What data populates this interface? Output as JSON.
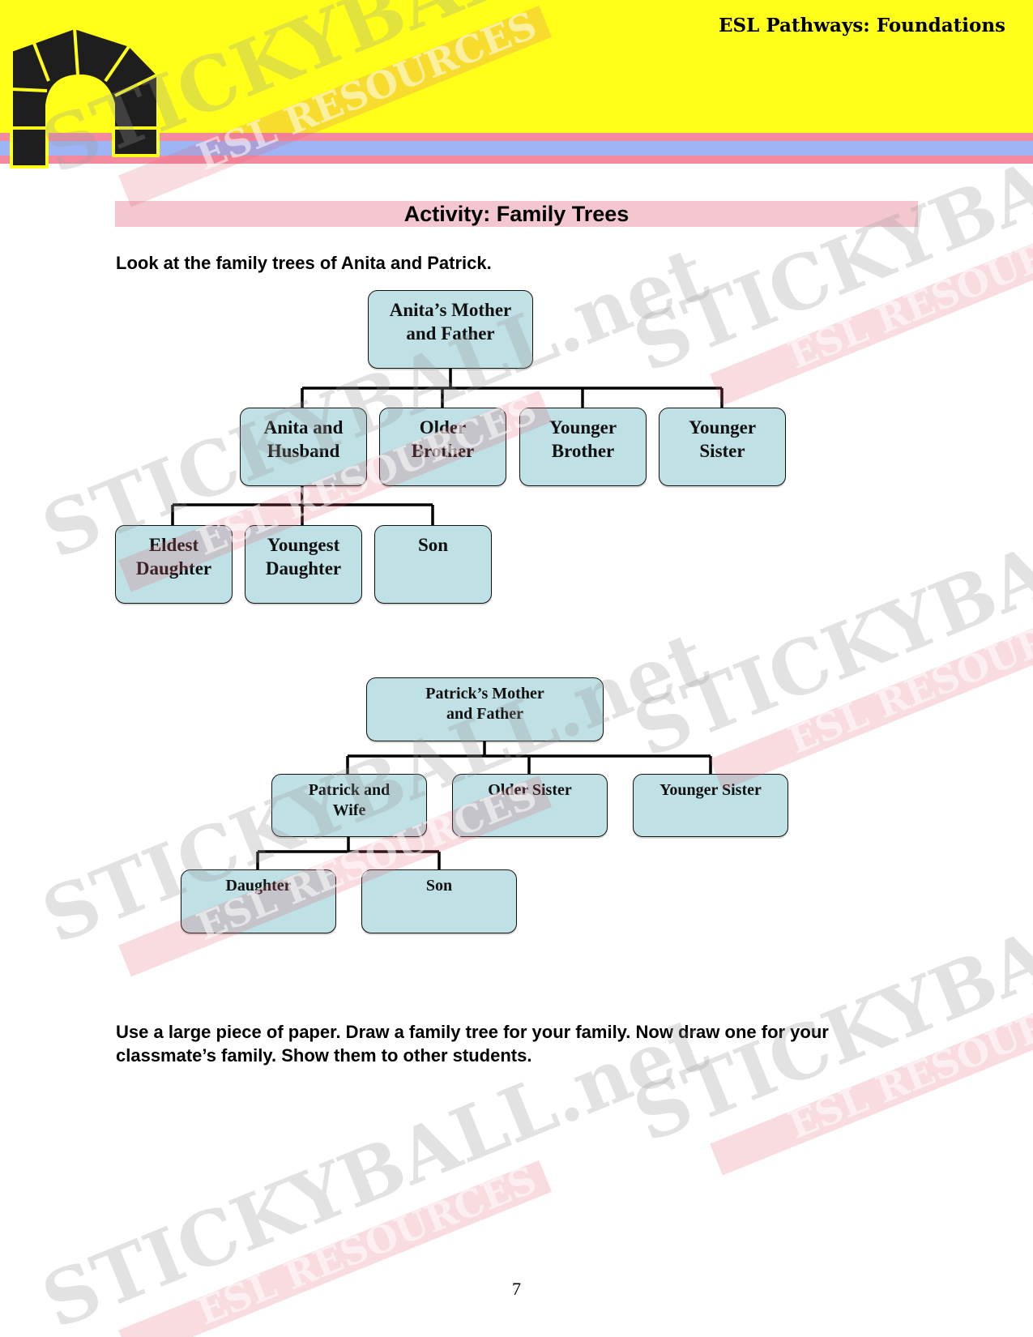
{
  "header": {
    "brand_title": "ESL Pathways: Foundations",
    "colors": {
      "yellow": "#ffff1a",
      "pink": "#f48aa0",
      "blue": "#9db4f5"
    },
    "logo_icon": "arch-logo-icon"
  },
  "activity": {
    "title": "Activity:  Family Trees"
  },
  "intro": "Look at the family trees of Anita and Patrick.",
  "tree_anita": {
    "root": [
      "Anita’s Mother",
      "and Father"
    ],
    "children": [
      [
        "Anita and",
        "Husband"
      ],
      [
        "Older",
        "Brother"
      ],
      [
        "Younger",
        "Brother"
      ],
      [
        "Younger",
        "Sister"
      ]
    ],
    "grandchildren": [
      [
        "Eldest",
        "Daughter"
      ],
      [
        "Youngest",
        "Daughter"
      ],
      [
        "Son"
      ]
    ]
  },
  "tree_patrick": {
    "root": [
      "Patrick’s Mother",
      "and Father"
    ],
    "children": [
      [
        "Patrick and",
        "Wife"
      ],
      [
        "Older Sister"
      ],
      [
        "Younger Sister"
      ]
    ],
    "grandchildren": [
      [
        "Daughter"
      ],
      [
        "Son"
      ]
    ]
  },
  "instructions": "Use a large piece of paper.  Draw a family tree for your family.  Now draw one for your classmate’s family.  Show them to other students.",
  "page_number": "7",
  "box_color": "#bfe0e4",
  "watermark": {
    "line1": "STICKYBALL.net",
    "line2": "ESL RESOURCES"
  }
}
